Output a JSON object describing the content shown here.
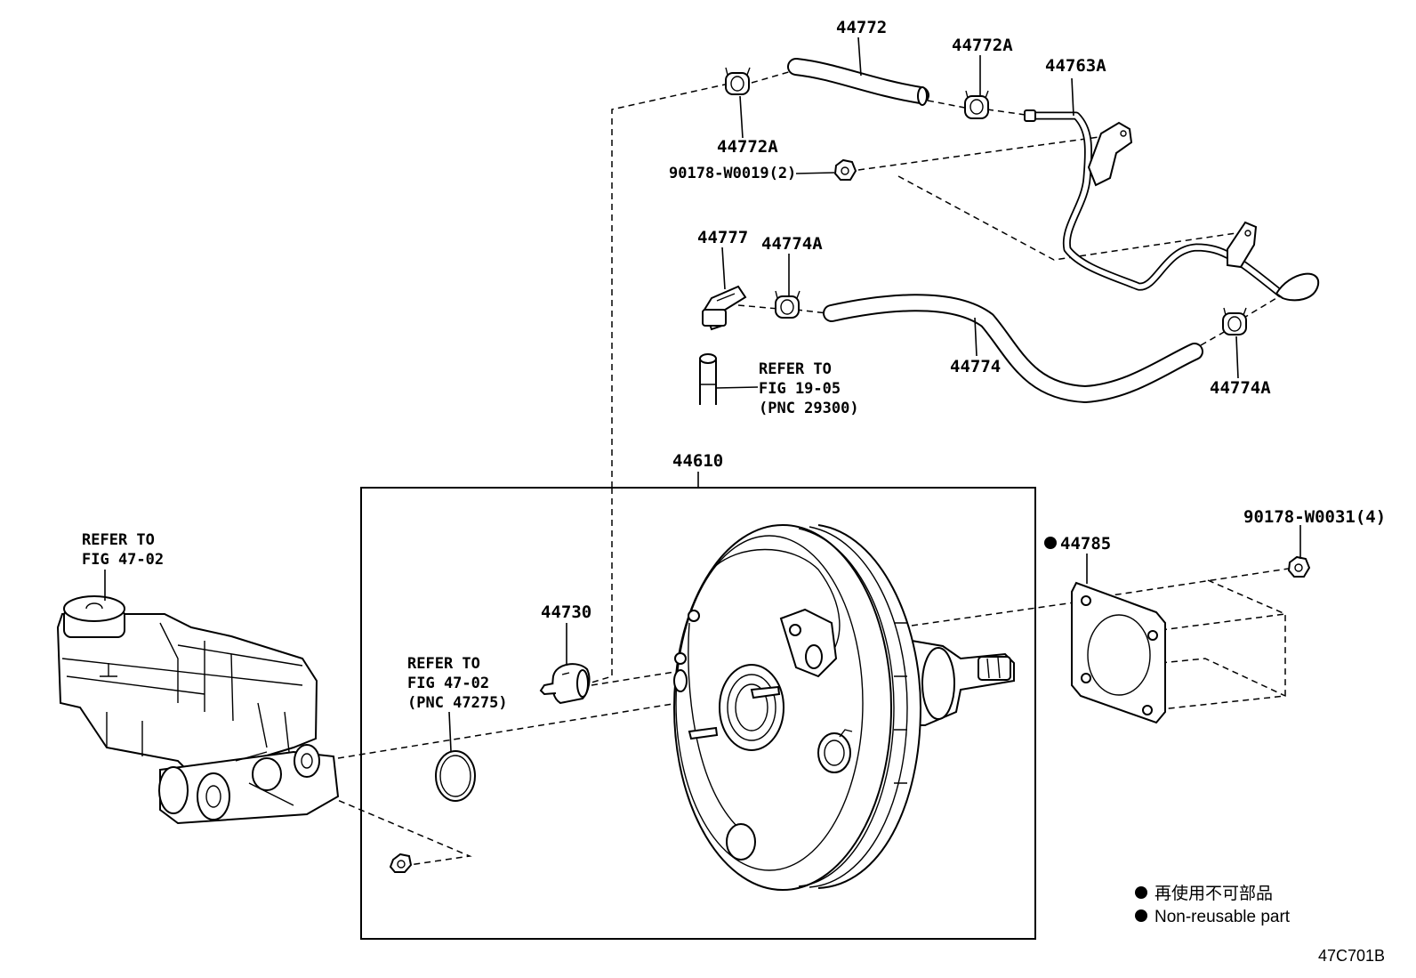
{
  "diagram_code": "47C701B",
  "legend": {
    "non_reusable_jp": "再使用不可部品",
    "non_reusable_en": "Non-reusable part"
  },
  "parts": {
    "p44772": "44772",
    "p44772a_top": "44772A",
    "p44772a_left": "44772A",
    "p44763a": "44763A",
    "p90178_w0019": "90178-W0019(2)",
    "p44777": "44777",
    "p44774a_top": "44774A",
    "p44774": "44774",
    "p44774a_right": "44774A",
    "p44610": "44610",
    "p44730": "44730",
    "p44785": "44785",
    "p90178_w0031": "90178-W0031(4)"
  },
  "refs": {
    "engine": [
      "REFER TO",
      "FIG 19-05",
      "(PNC 29300)"
    ],
    "reservoir": [
      "REFER TO",
      "FIG 47-02"
    ],
    "oring": [
      "REFER TO",
      "FIG 47-02",
      "(PNC 47275)"
    ]
  }
}
